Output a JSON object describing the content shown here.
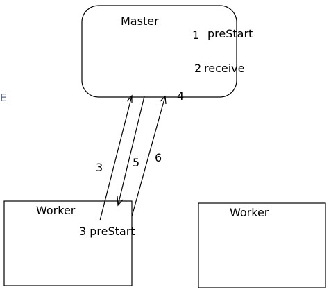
{
  "diagram": {
    "master": {
      "title": "Master",
      "steps": [
        {
          "num": "1",
          "text": "preStart"
        },
        {
          "num": "2",
          "text": "receive"
        }
      ]
    },
    "workers": [
      {
        "title": "Worker",
        "note": "3 preStart"
      },
      {
        "title": "Worker"
      }
    ],
    "arrow_labels": {
      "a": "3",
      "b": "5",
      "c": "6",
      "d": "4"
    },
    "edge_glyph": "E",
    "colors": {
      "stroke": "#000000",
      "background": "#ffffff",
      "edge_glyph": "#5a6b8c"
    }
  }
}
